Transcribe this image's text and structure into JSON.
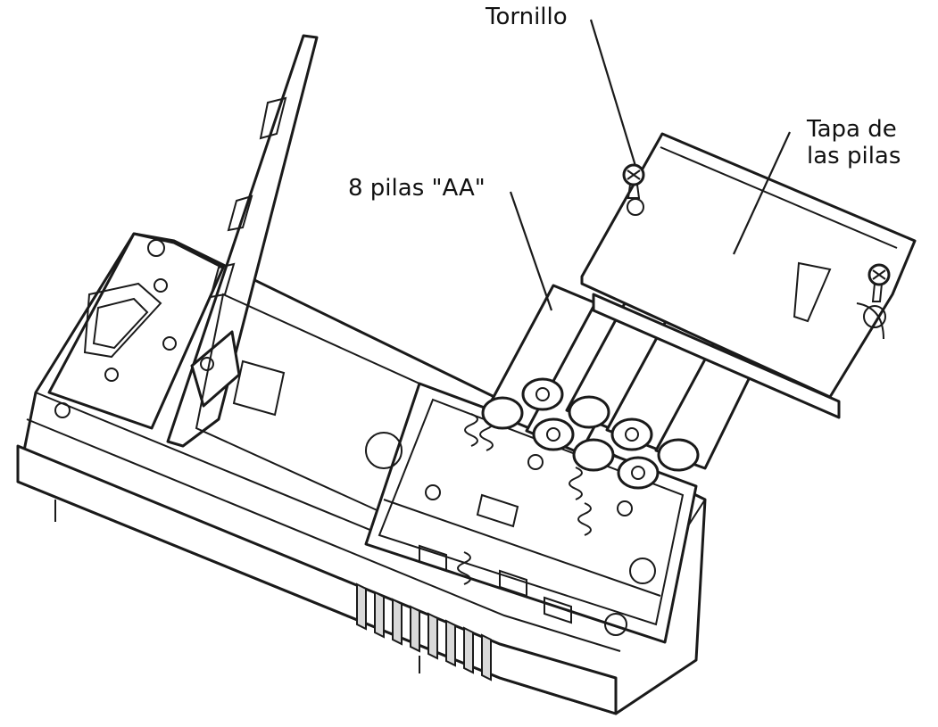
{
  "labels": {
    "screw": "Tornillo",
    "battery_cover_line1": "Tapa de",
    "battery_cover_line2": "las pilas",
    "batteries": "8 pilas \"AA\""
  },
  "colors": {
    "stroke": "#1a1a1a",
    "fill": "#ffffff",
    "shade": "#d9d9d9"
  }
}
